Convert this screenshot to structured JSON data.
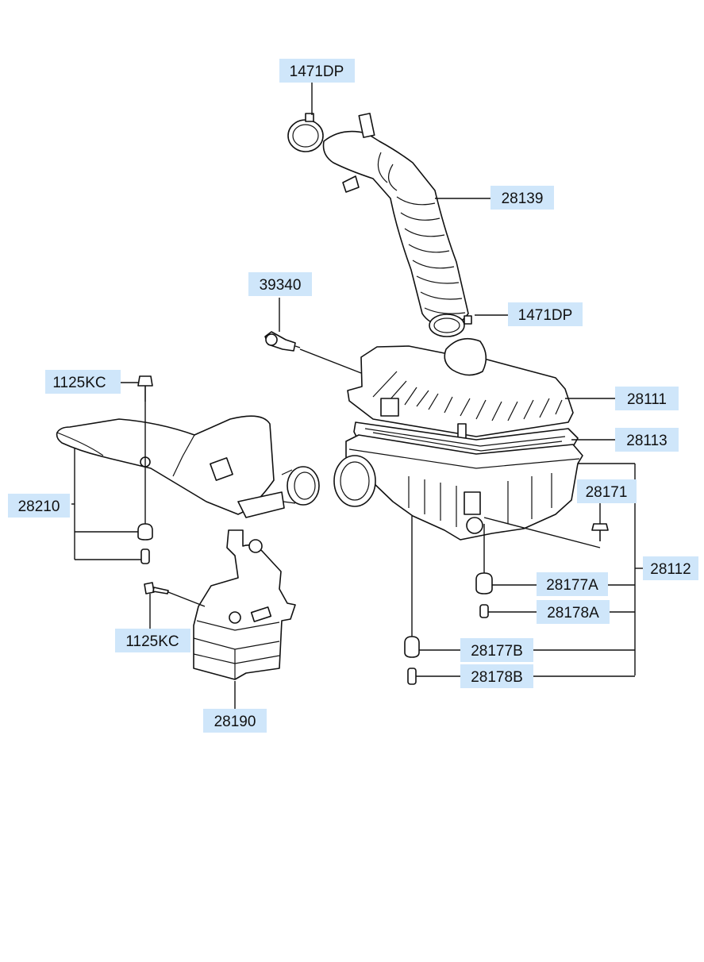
{
  "callouts": {
    "clamp_upper": "1471DP",
    "intake_hose": "28139",
    "clamp_lower": "1471DP",
    "sensor": "39340",
    "bolt_duct": "1125KC",
    "air_duct": "28210",
    "cleaner_cover": "28111",
    "filter_element": "28113",
    "air_cleaner_assy": "28112",
    "screw": "28171",
    "insulator_a": "28177A",
    "collar_a": "28178A",
    "insulator_b": "28177B",
    "collar_b": "28178B",
    "bolt_resonator": "1125KC",
    "resonator": "28190"
  },
  "colors": {
    "label_background": "#cfe6fa",
    "line": "#111111"
  }
}
